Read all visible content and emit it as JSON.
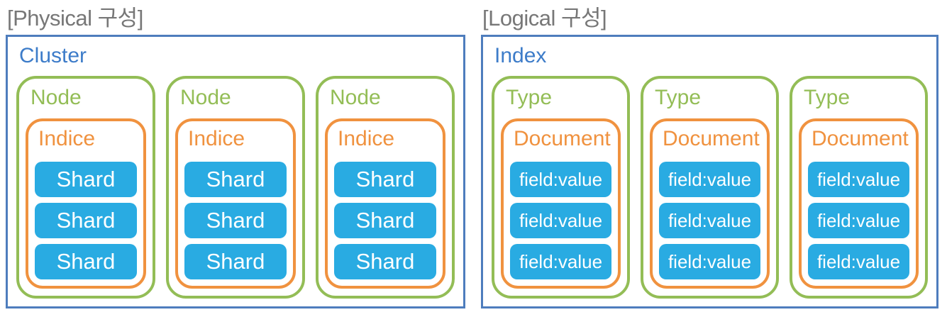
{
  "colors": {
    "title_gray": "#777777",
    "outer_border_blue": "#4e7dbd",
    "outer_label_blue": "#3d7cc9",
    "group_green": "#93bd56",
    "inner_orange": "#f0923f",
    "item_cyan": "#29abe2",
    "item_text": "#ffffff"
  },
  "physical": {
    "title": "[Physical 구성]",
    "container_label": "Cluster",
    "groups": [
      {
        "label": "Node",
        "inner_label": "Indice",
        "items": [
          "Shard",
          "Shard",
          "Shard"
        ]
      },
      {
        "label": "Node",
        "inner_label": "Indice",
        "items": [
          "Shard",
          "Shard",
          "Shard"
        ]
      },
      {
        "label": "Node",
        "inner_label": "Indice",
        "items": [
          "Shard",
          "Shard",
          "Shard"
        ]
      }
    ]
  },
  "logical": {
    "title": "[Logical 구성]",
    "container_label": "Index",
    "groups": [
      {
        "label": "Type",
        "inner_label": "Document",
        "items": [
          "field:value",
          "field:value",
          "field:value"
        ]
      },
      {
        "label": "Type",
        "inner_label": "Document",
        "items": [
          "field:value",
          "field:value",
          "field:value"
        ]
      },
      {
        "label": "Type",
        "inner_label": "Document",
        "items": [
          "field:value",
          "field:value",
          "field:value"
        ]
      }
    ]
  }
}
